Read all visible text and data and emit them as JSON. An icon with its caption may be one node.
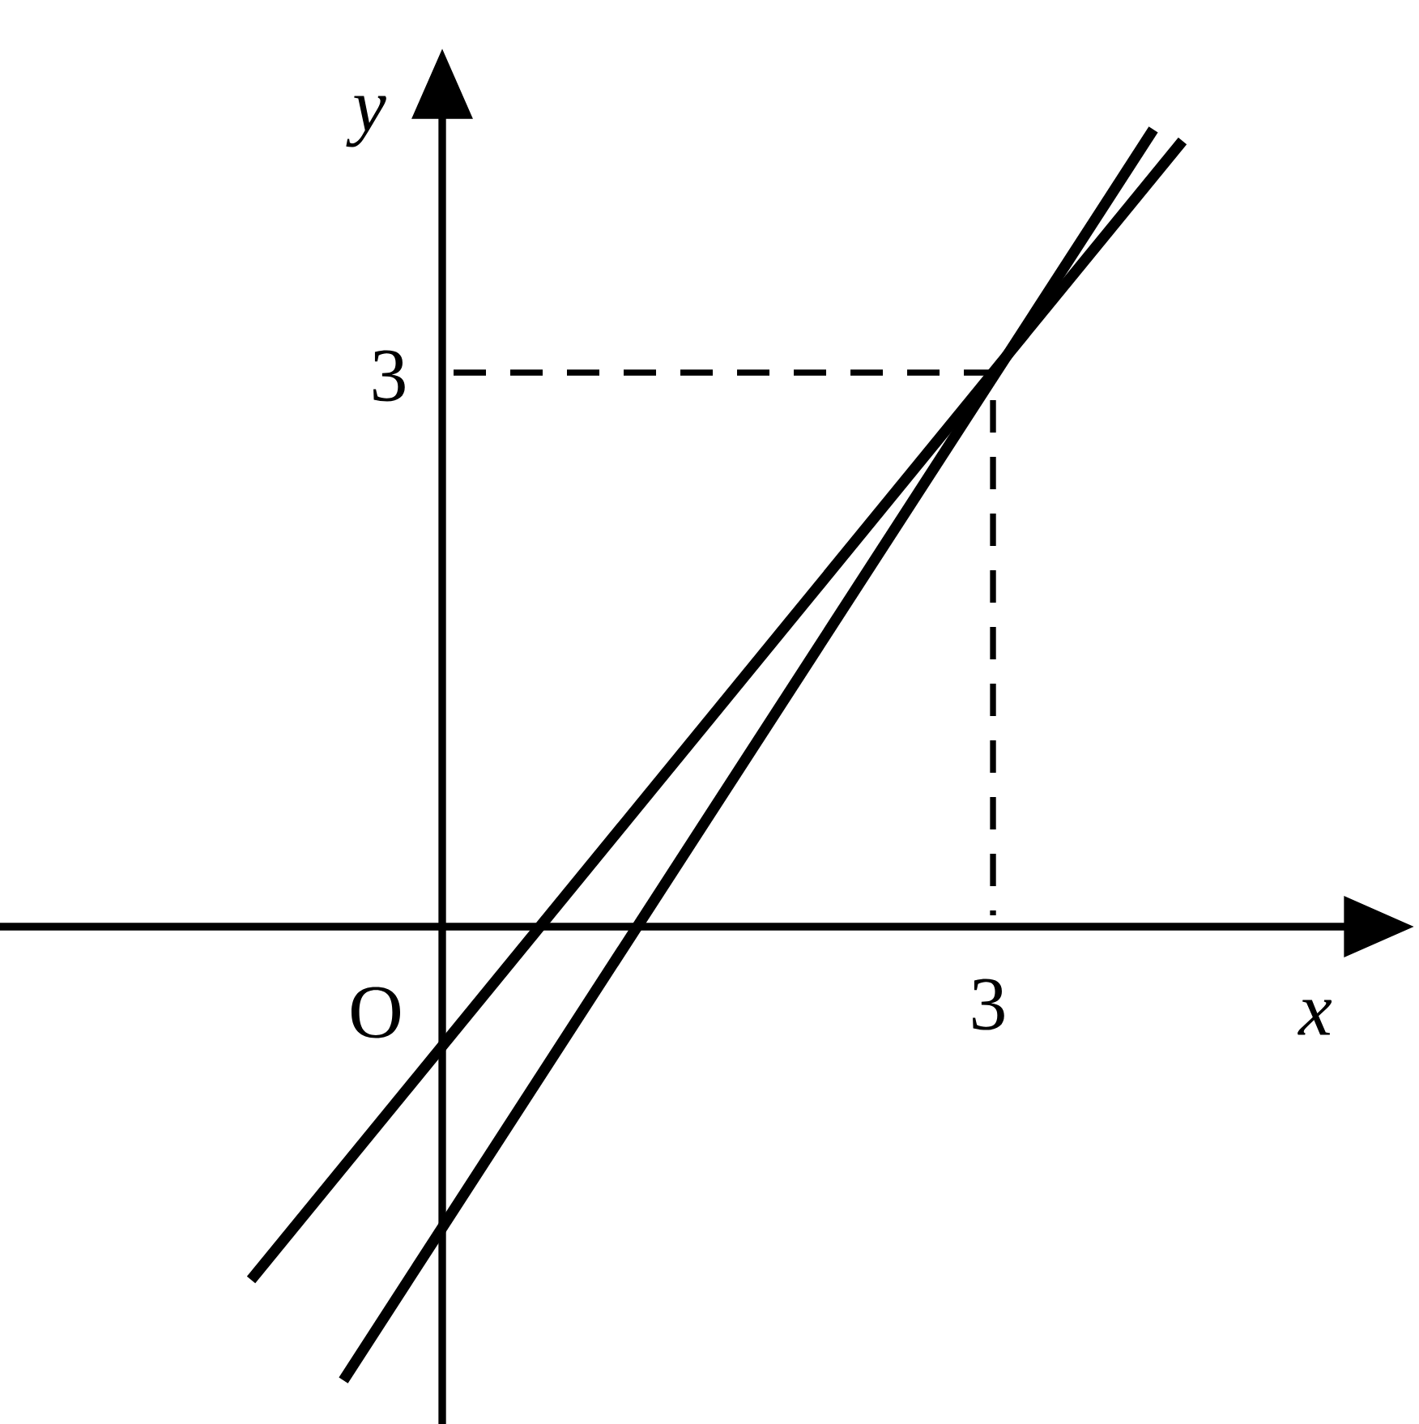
{
  "diagram": {
    "labels": [
      "y",
      "3",
      "O",
      "3",
      "x"
    ]
  }
}
